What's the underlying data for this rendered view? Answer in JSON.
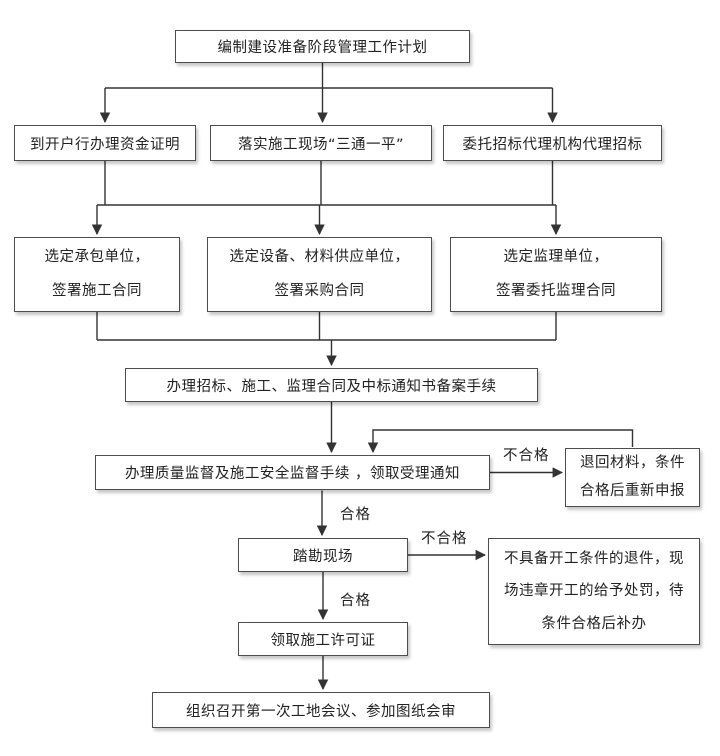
{
  "diagram": {
    "type": "flowchart",
    "nodes": {
      "plan": {
        "label": "编制建设准备阶段管理工作计划"
      },
      "fund": {
        "label": "到开户行办理资金证明"
      },
      "site": {
        "label": "落实施工现场“三通一平”"
      },
      "bid": {
        "label": "委托招标代理机构代理招标"
      },
      "contractor": {
        "label": "选定承包单位，\n签署施工合同"
      },
      "supplier": {
        "label": "选定设备、材料供应单位，\n签署采购合同"
      },
      "supervisor": {
        "label": "选定监理单位，\n签署委托监理合同"
      },
      "record": {
        "label": "办理招标、施工、监理合同及中标通知书备案手续"
      },
      "quality": {
        "label": "办理质量监督及施工安全监督手续 ，领取受理通知"
      },
      "return": {
        "label": "退回材料，条件\n合格后重新申报"
      },
      "survey": {
        "label": "踏勘现场"
      },
      "penalty": {
        "label": "不具备开工条件的退件，现\n场违章开工的给予处罚，待\n条件合格后补办"
      },
      "permit": {
        "label": "领取施工许可证"
      },
      "meeting": {
        "label": "组织召开第一次工地会议、参加图纸会审"
      }
    },
    "edge_labels": {
      "fail_quality": "不合格",
      "pass_quality": "合格",
      "fail_survey": "不合格",
      "pass_survey": "合格"
    },
    "edges": [
      {
        "from": "plan",
        "to": "fund"
      },
      {
        "from": "plan",
        "to": "site"
      },
      {
        "from": "plan",
        "to": "bid"
      },
      {
        "from": "fund",
        "to": "contractor"
      },
      {
        "from": "site",
        "to": "supplier"
      },
      {
        "from": "bid",
        "to": "supervisor"
      },
      {
        "from": "contractor",
        "to": "record"
      },
      {
        "from": "supplier",
        "to": "record"
      },
      {
        "from": "supervisor",
        "to": "record"
      },
      {
        "from": "record",
        "to": "quality"
      },
      {
        "from": "quality",
        "to": "return",
        "label": "不合格"
      },
      {
        "from": "return",
        "to": "quality"
      },
      {
        "from": "quality",
        "to": "survey",
        "label": "合格"
      },
      {
        "from": "survey",
        "to": "penalty",
        "label": "不合格"
      },
      {
        "from": "survey",
        "to": "permit",
        "label": "合格"
      },
      {
        "from": "permit",
        "to": "meeting"
      }
    ],
    "colors": {
      "background": "#ffffff",
      "box_border": "#4d4d4d",
      "line": "#333333",
      "text": "#222222"
    }
  }
}
